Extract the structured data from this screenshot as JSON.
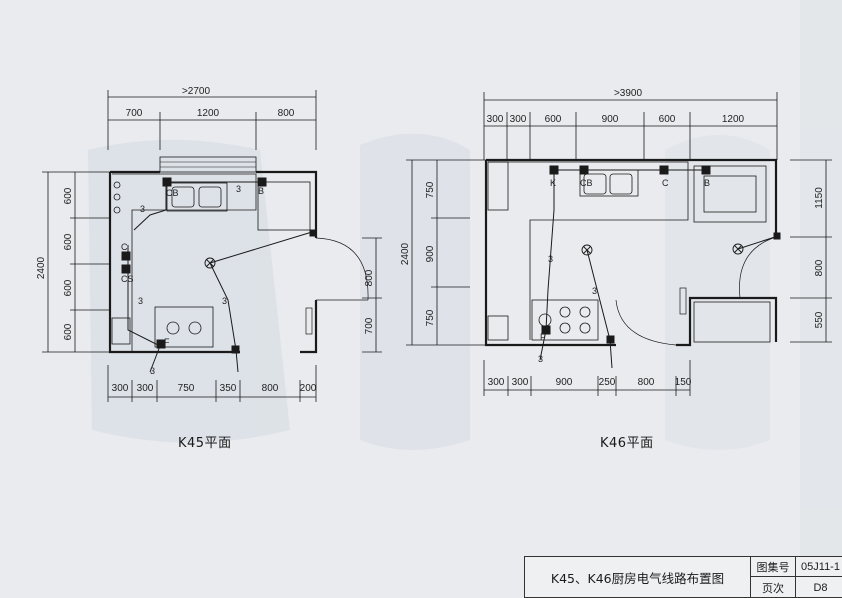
{
  "sheet": {
    "title": "K45、K46厨房电气线路布置图",
    "atlas_no_label": "图集号",
    "atlas_no": "05J11-1",
    "page_label": "页次",
    "page_no": "D8"
  },
  "plan_k45": {
    "caption": "K45平面",
    "overall_width": ">2700",
    "top_dims": [
      "700",
      "1200",
      "800"
    ],
    "overall_height": "2400",
    "left_dims": [
      "600",
      "600",
      "600",
      "600"
    ],
    "bottom_dims": [
      "300",
      "300",
      "750",
      "350",
      "800",
      "200"
    ],
    "door_dims": [
      "800",
      "700"
    ],
    "wire_count": "3",
    "sockets": [
      "CB",
      "B",
      "C",
      "CS",
      "F"
    ]
  },
  "plan_k46": {
    "caption": "K46平面",
    "overall_width": ">3900",
    "top_dims": [
      "300",
      "300",
      "600",
      "900",
      "600",
      "1200"
    ],
    "overall_height": "2400",
    "left_dims": [
      "750",
      "900",
      "750"
    ],
    "right_dims": [
      "1150",
      "800",
      "550"
    ],
    "bottom_dims": [
      "300",
      "300",
      "900",
      "250",
      "800",
      "150"
    ],
    "wire_count": "3",
    "sockets": [
      "K",
      "CB",
      "C",
      "B",
      "F"
    ]
  }
}
